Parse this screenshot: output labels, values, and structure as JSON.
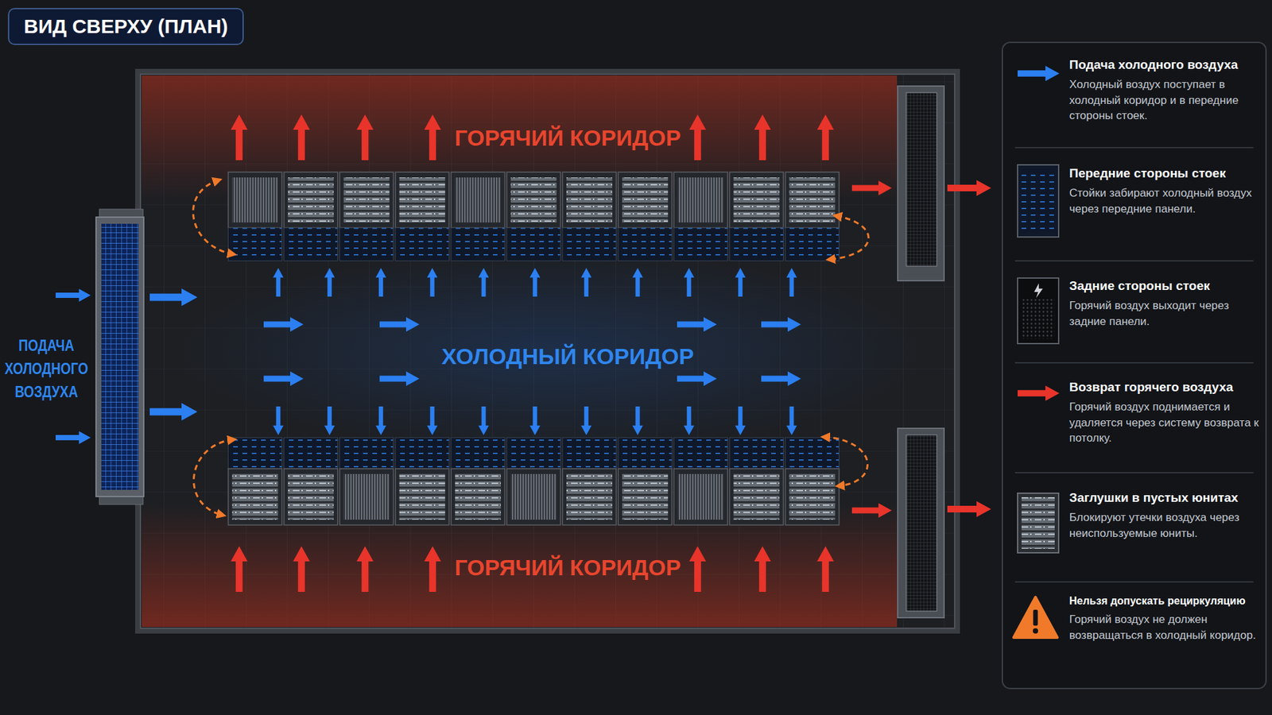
{
  "diagram": {
    "title": "ВИД СВЕРХУ (ПЛАН)",
    "labels": [
      "ГОРЯЧИЙ КОРИДОР",
      "ХОЛОДНЫЙ КОРИДОР",
      "ГОРЯЧИЙ КОРИДОР",
      "ПОДАЧА ХОЛОДНОГО ВОЗДУХА",
      "Холодный воздух поступает в холодный коридор и в передние стороны стоек.",
      "Стойки забирают холодный воздух через передние панели.",
      "Горячий воздух выходит через задние панели.",
      "Горячий воздух поднимается и удаляется через систему возврата к потолку.",
      "Блокируют утечки воздуха через неиспользуемые юниты.",
      "Горячий воздух не должен возвращаться в холодный коридор."
    ],
    "legend": [
      {
        "text": "Подача холодного воздуха"
      },
      {
        "text": "Передние стороны стоек"
      },
      {
        "text": "Задние стороны стоек"
      },
      {
        "text": "Возврат горячего воздуха"
      },
      {
        "text": "Заглушки в пустых юнитах"
      },
      {
        "text": "Нельзя допускать рециркуляцию"
      }
    ]
  }
}
